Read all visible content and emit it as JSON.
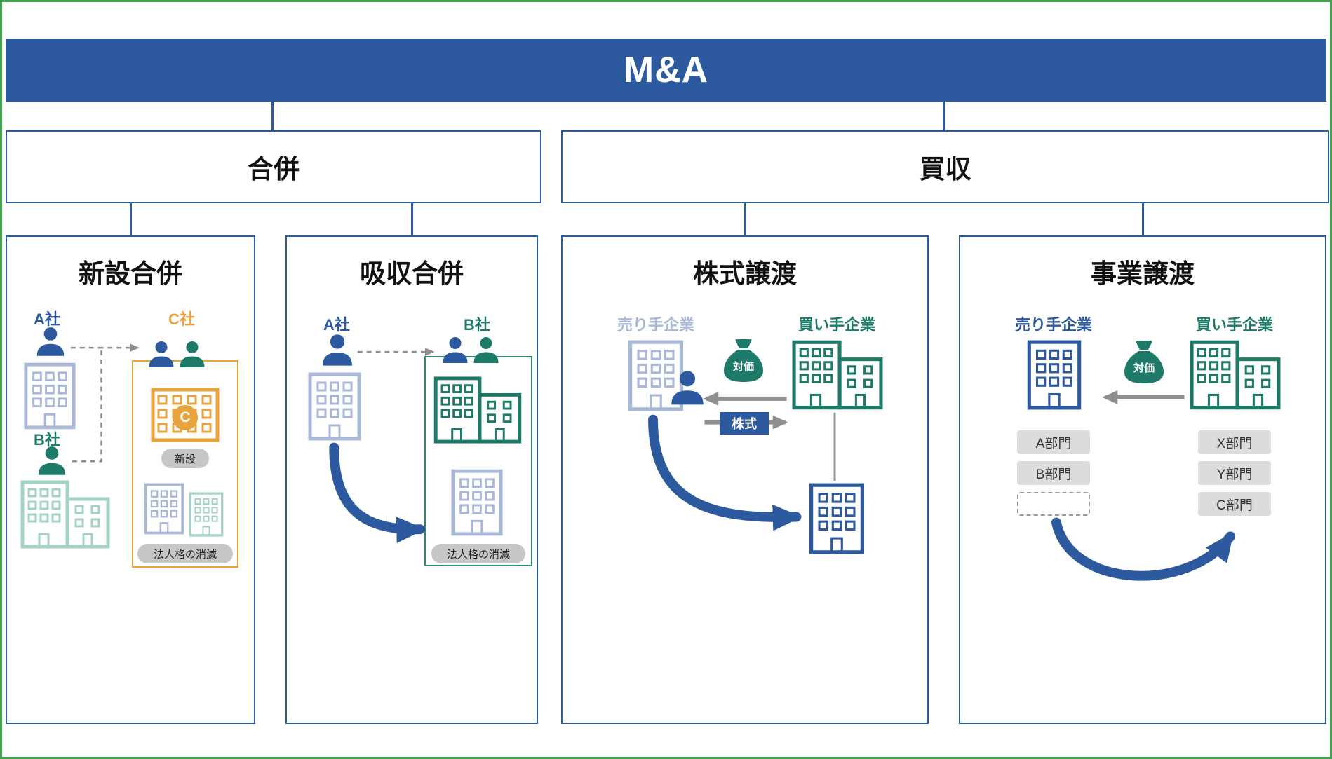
{
  "header": {
    "title": "M&A"
  },
  "branches": {
    "merger": {
      "label": "合併"
    },
    "acquisition": {
      "label": "買収"
    }
  },
  "panels": {
    "shinsetsu": {
      "title": "新設合併",
      "company_a": "A社",
      "company_b": "B社",
      "company_c": "C社",
      "c_badge": "C",
      "new_pill": "新設",
      "dissolve_pill": "法人格の消滅"
    },
    "kyushu": {
      "title": "吸収合併",
      "company_a": "A社",
      "company_b": "B社",
      "dissolve_pill": "法人格の消滅"
    },
    "kabushiki": {
      "title": "株式譲渡",
      "seller_label": "売り手企業",
      "buyer_label": "買い手企業",
      "consideration": "対価",
      "stock_badge": "株式"
    },
    "jigyo": {
      "title": "事業譲渡",
      "seller_label": "売り手企業",
      "buyer_label": "買い手企業",
      "consideration": "対価",
      "seller_divisions": [
        "A部門",
        "B部門"
      ],
      "buyer_divisions": [
        "X部門",
        "Y部門",
        "C部門"
      ]
    }
  },
  "colors": {
    "primary_blue": "#2d5a9e",
    "teal_green": "#1e7a68",
    "orange": "#e8a33d",
    "faded_blue": "#aab8d8",
    "faded_green": "#a5d3c3",
    "pill_gray": "#c7c7c7",
    "division_gray": "#dcdcdc",
    "arrow_gray": "#8f8f8f",
    "frame_green": "#3fa24f"
  }
}
